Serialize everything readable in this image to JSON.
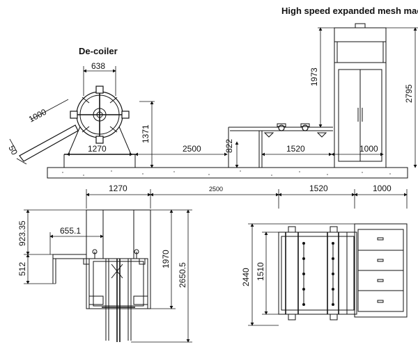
{
  "title": "High speed expanded mesh machine",
  "decoiler_label": "De-coiler",
  "colors": {
    "ink": "#111111",
    "paper": "#ffffff"
  },
  "side_view": {
    "dim_638": "638",
    "dim_1000_arm": "1000",
    "dim_50": "50",
    "dim_1270": "1270",
    "dim_1371": "1371",
    "dim_2500": "2500",
    "dim_822": "822",
    "dim_1520": "1520",
    "dim_1000": "1000",
    "dim_1973": "1973",
    "dim_2795": "2795"
  },
  "top_view": {
    "dim_1270": "1270",
    "dim_2500": "2500",
    "dim_1520": "1520",
    "dim_1000": "1000",
    "dim_923_35": "923.35",
    "dim_655_1": "655.1",
    "dim_512": "512",
    "dim_1970": "1970",
    "dim_2650_5": "2650.5",
    "dim_2440": "2440",
    "dim_1510": "1510"
  }
}
